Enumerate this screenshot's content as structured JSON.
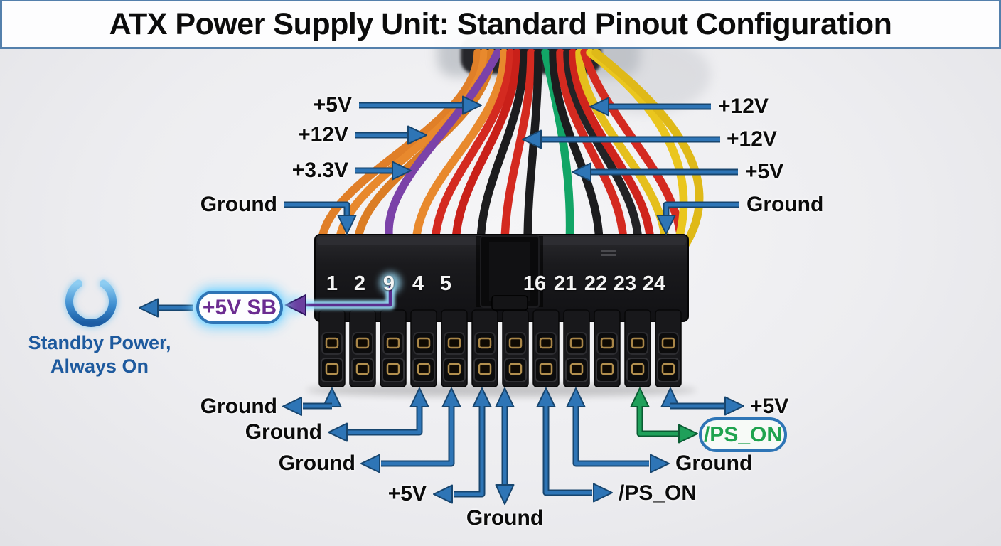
{
  "title": "ATX Power Supply Unit: Standard Pinout Configuration",
  "connector": {
    "pins": [
      "1",
      "2",
      "9",
      "4",
      "5",
      "16",
      "21",
      "22",
      "23",
      "24"
    ]
  },
  "labels": {
    "top_left": [
      "+5V",
      "+12V",
      "+3.3V",
      "Ground"
    ],
    "top_right": [
      "+12V",
      "+12V",
      "+5V",
      "Ground"
    ],
    "bottom_left": [
      "Ground",
      "Ground",
      "Ground",
      "+5V"
    ],
    "bottom_center": "Ground",
    "bottom_right": {
      "five_v": "+5V",
      "ps_on_pill": "/PS_ON",
      "ground": "Ground",
      "ps_on": "/PS_ON"
    }
  },
  "standby": {
    "pill": "+5V SB",
    "caption_line1": "Standby Power,",
    "caption_line2": "Always On"
  },
  "colors": {
    "arrow_blue": "#2E75B6",
    "arrow_green": "#1FA05A",
    "pill_text_purple": "#6B2C91",
    "pill_text_green": "#1FA34F",
    "standby_caption_blue": "#1E5A9E",
    "title_border_blue": "#5480AC",
    "glow_cyan": "#9FE2FF"
  }
}
